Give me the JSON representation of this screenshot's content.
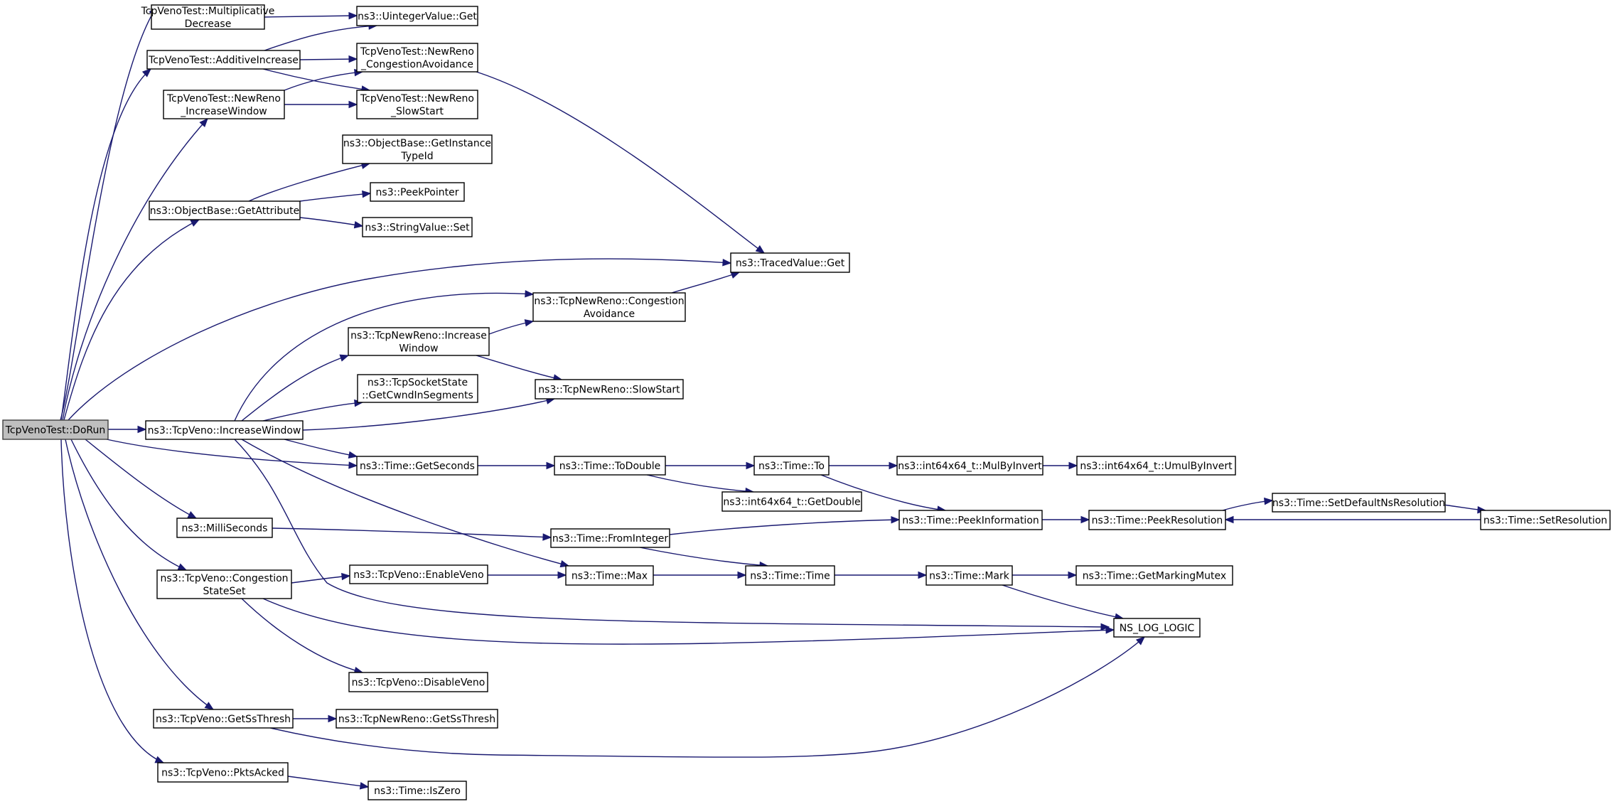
{
  "diagram": {
    "type": "call-graph",
    "nodes": [
      {
        "id": "dorun",
        "lines": [
          "TcpVenoTest::DoRun"
        ],
        "root": true
      },
      {
        "id": "muldec",
        "lines": [
          "TcpVenoTest::Multiplicative",
          "Decrease"
        ]
      },
      {
        "id": "uintget",
        "lines": [
          "ns3::UintegerValue::Get"
        ]
      },
      {
        "id": "addinc",
        "lines": [
          "TcpVenoTest::AdditiveIncrease"
        ]
      },
      {
        "id": "nrca",
        "lines": [
          "TcpVenoTest::NewReno",
          "_CongestionAvoidance"
        ]
      },
      {
        "id": "nriw",
        "lines": [
          "TcpVenoTest::NewReno",
          "_IncreaseWindow"
        ]
      },
      {
        "id": "nrss",
        "lines": [
          "TcpVenoTest::NewReno",
          "_SlowStart"
        ]
      },
      {
        "id": "getinst",
        "lines": [
          "ns3::ObjectBase::GetInstance",
          "TypeId"
        ]
      },
      {
        "id": "getattr",
        "lines": [
          "ns3::ObjectBase::GetAttribute"
        ]
      },
      {
        "id": "peekptr",
        "lines": [
          "ns3::PeekPointer"
        ]
      },
      {
        "id": "strset",
        "lines": [
          "ns3::StringValue::Set"
        ]
      },
      {
        "id": "tracedget",
        "lines": [
          "ns3::TracedValue::Get"
        ]
      },
      {
        "id": "tnrca",
        "lines": [
          "ns3::TcpNewReno::Congestion",
          "Avoidance"
        ]
      },
      {
        "id": "tnriw",
        "lines": [
          "ns3::TcpNewReno::Increase",
          "Window"
        ]
      },
      {
        "id": "cwndseg",
        "lines": [
          "ns3::TcpSocketState",
          "::GetCwndInSegments"
        ]
      },
      {
        "id": "tnrss",
        "lines": [
          "ns3::TcpNewReno::SlowStart"
        ]
      },
      {
        "id": "vinc",
        "lines": [
          "ns3::TcpVeno::IncreaseWindow"
        ]
      },
      {
        "id": "getsec",
        "lines": [
          "ns3::Time::GetSeconds"
        ]
      },
      {
        "id": "todouble",
        "lines": [
          "ns3::Time::ToDouble"
        ]
      },
      {
        "id": "timeto",
        "lines": [
          "ns3::Time::To"
        ]
      },
      {
        "id": "mulbyinv",
        "lines": [
          "ns3::int64x64_t::MulByInvert"
        ]
      },
      {
        "id": "umulbyinv",
        "lines": [
          "ns3::int64x64_t::UmulByInvert"
        ]
      },
      {
        "id": "getdouble",
        "lines": [
          "ns3::int64x64_t::GetDouble"
        ]
      },
      {
        "id": "millisec",
        "lines": [
          "ns3::MilliSeconds"
        ]
      },
      {
        "id": "fromint",
        "lines": [
          "ns3::Time::FromInteger"
        ]
      },
      {
        "id": "peekinfo",
        "lines": [
          "ns3::Time::PeekInformation"
        ]
      },
      {
        "id": "peekres",
        "lines": [
          "ns3::Time::PeekResolution"
        ]
      },
      {
        "id": "setdefres",
        "lines": [
          "ns3::Time::SetDefaultNsResolution"
        ]
      },
      {
        "id": "setres",
        "lines": [
          "ns3::Time::SetResolution"
        ]
      },
      {
        "id": "cstate",
        "lines": [
          "ns3::TcpVeno::Congestion",
          "StateSet"
        ]
      },
      {
        "id": "enveno",
        "lines": [
          "ns3::TcpVeno::EnableVeno"
        ]
      },
      {
        "id": "tmax",
        "lines": [
          "ns3::Time::Max"
        ]
      },
      {
        "id": "ttime",
        "lines": [
          "ns3::Time::Time"
        ]
      },
      {
        "id": "tmark",
        "lines": [
          "ns3::Time::Mark"
        ]
      },
      {
        "id": "markmutex",
        "lines": [
          "ns3::Time::GetMarkingMutex"
        ]
      },
      {
        "id": "nslog",
        "lines": [
          "NS_LOG_LOGIC"
        ]
      },
      {
        "id": "disveno",
        "lines": [
          "ns3::TcpVeno::DisableVeno"
        ]
      },
      {
        "id": "vgetss",
        "lines": [
          "ns3::TcpVeno::GetSsThresh"
        ]
      },
      {
        "id": "nrgetss",
        "lines": [
          "ns3::TcpNewReno::GetSsThresh"
        ]
      },
      {
        "id": "pktsacked",
        "lines": [
          "ns3::TcpVeno::PktsAcked"
        ]
      },
      {
        "id": "iszero",
        "lines": [
          "ns3::Time::IsZero"
        ]
      }
    ],
    "edges": [
      [
        "dorun",
        "muldec"
      ],
      [
        "dorun",
        "addinc"
      ],
      [
        "dorun",
        "nriw"
      ],
      [
        "dorun",
        "getattr"
      ],
      [
        "dorun",
        "tracedget"
      ],
      [
        "dorun",
        "vinc"
      ],
      [
        "dorun",
        "getsec"
      ],
      [
        "dorun",
        "millisec"
      ],
      [
        "dorun",
        "cstate"
      ],
      [
        "dorun",
        "vgetss"
      ],
      [
        "dorun",
        "pktsacked"
      ],
      [
        "muldec",
        "uintget"
      ],
      [
        "addinc",
        "uintget"
      ],
      [
        "addinc",
        "nrca"
      ],
      [
        "addinc",
        "nrss"
      ],
      [
        "nriw",
        "nrca"
      ],
      [
        "nriw",
        "nrss"
      ],
      [
        "nrca",
        "tracedget"
      ],
      [
        "getattr",
        "getinst"
      ],
      [
        "getattr",
        "peekptr"
      ],
      [
        "getattr",
        "strset"
      ],
      [
        "tnrca",
        "tracedget"
      ],
      [
        "tnriw",
        "tnrca"
      ],
      [
        "tnriw",
        "tnrss"
      ],
      [
        "vinc",
        "tnrca"
      ],
      [
        "vinc",
        "tnriw"
      ],
      [
        "vinc",
        "cwndseg"
      ],
      [
        "vinc",
        "tnrss"
      ],
      [
        "vinc",
        "getsec"
      ],
      [
        "vinc",
        "tmax"
      ],
      [
        "vinc",
        "nslog"
      ],
      [
        "getsec",
        "todouble"
      ],
      [
        "todouble",
        "timeto"
      ],
      [
        "todouble",
        "getdouble"
      ],
      [
        "timeto",
        "mulbyinv"
      ],
      [
        "timeto",
        "peekinfo"
      ],
      [
        "mulbyinv",
        "umulbyinv"
      ],
      [
        "millisec",
        "fromint"
      ],
      [
        "fromint",
        "peekinfo"
      ],
      [
        "fromint",
        "ttime"
      ],
      [
        "peekinfo",
        "peekres"
      ],
      [
        "peekres",
        "setdefres"
      ],
      [
        "setdefres",
        "setres"
      ],
      [
        "setres",
        "peekres"
      ],
      [
        "cstate",
        "enveno"
      ],
      [
        "cstate",
        "nslog"
      ],
      [
        "cstate",
        "disveno"
      ],
      [
        "enveno",
        "tmax"
      ],
      [
        "tmax",
        "ttime"
      ],
      [
        "ttime",
        "tmark"
      ],
      [
        "tmark",
        "markmutex"
      ],
      [
        "tmark",
        "nslog"
      ],
      [
        "vgetss",
        "nrgetss"
      ],
      [
        "vgetss",
        "nslog"
      ],
      [
        "pktsacked",
        "iszero"
      ]
    ]
  }
}
